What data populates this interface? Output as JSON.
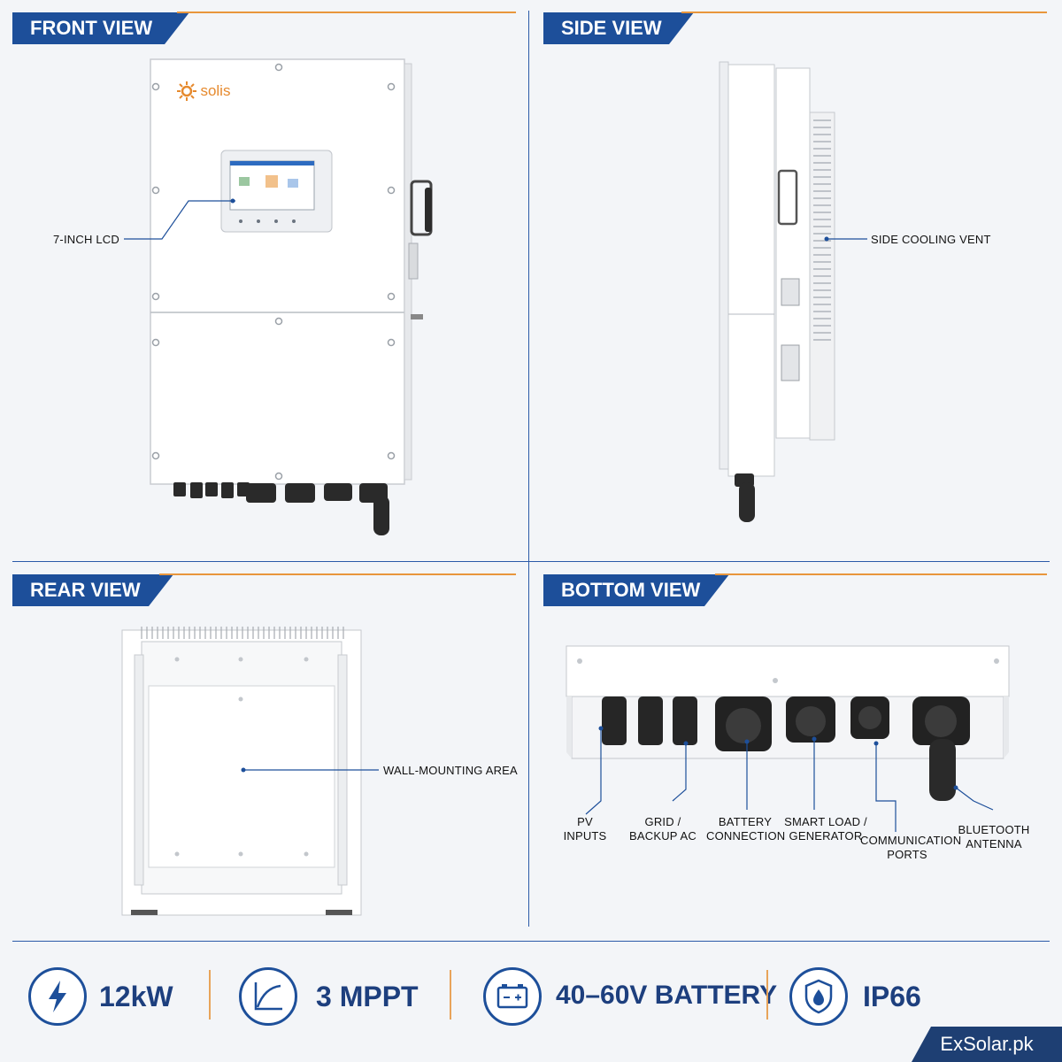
{
  "sections": {
    "front": "FRONT VIEW",
    "side": "SIDE VIEW",
    "rear": "REAR VIEW",
    "bottom": "BOTTOM VIEW"
  },
  "callouts": {
    "lcd": "7-INCH LCD",
    "cooling": "SIDE COOLING VENT",
    "wall": "WALL-MOUNTING AREA",
    "pv_1": "PV",
    "pv_2": "INPUTS",
    "grid_1": "GRID /",
    "grid_2": "BACKUP AC",
    "battery_1": "BATTERY",
    "battery_2": "CONNECTION",
    "smart_1": "SMART LOAD /",
    "smart_2": "GENERATOR",
    "comm_1": "COMMUNICATION",
    "comm_2": "PORTS",
    "bt_1": "BLUETOOTH",
    "bt_2": "ANTENNA"
  },
  "logo": "solis",
  "specs": [
    {
      "icon": "lightning-icon",
      "label": "12kW"
    },
    {
      "icon": "curve-graph-icon",
      "label": "3 MPPT"
    },
    {
      "icon": "battery-icon",
      "label": "40–60V BATTERY"
    },
    {
      "icon": "shield-drop-icon",
      "label": "IP66"
    }
  ],
  "brand": "ExSolar.pk",
  "colors": {
    "accent_blue": "#1d4f9a",
    "accent_orange": "#e8963c"
  }
}
